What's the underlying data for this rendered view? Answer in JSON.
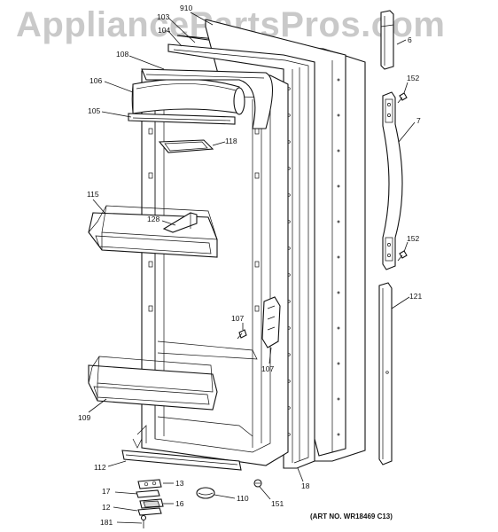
{
  "watermark": "AppliancePartsPros.com",
  "art_number": "(ART NO. WR18469 C13)",
  "callouts": [
    {
      "id": "910"
    },
    {
      "id": "103"
    },
    {
      "id": "104"
    },
    {
      "id": "108"
    },
    {
      "id": "106"
    },
    {
      "id": "105"
    },
    {
      "id": "118"
    },
    {
      "id": "115"
    },
    {
      "id": "128"
    },
    {
      "id": "107a",
      "text": "107"
    },
    {
      "id": "107b",
      "text": "107"
    },
    {
      "id": "109"
    },
    {
      "id": "112"
    },
    {
      "id": "13"
    },
    {
      "id": "17"
    },
    {
      "id": "16"
    },
    {
      "id": "12"
    },
    {
      "id": "181"
    },
    {
      "id": "110"
    },
    {
      "id": "151"
    },
    {
      "id": "18"
    },
    {
      "id": "152a",
      "text": "152"
    },
    {
      "id": "7"
    },
    {
      "id": "152b",
      "text": "152"
    },
    {
      "id": "121"
    },
    {
      "id": "6"
    }
  ]
}
